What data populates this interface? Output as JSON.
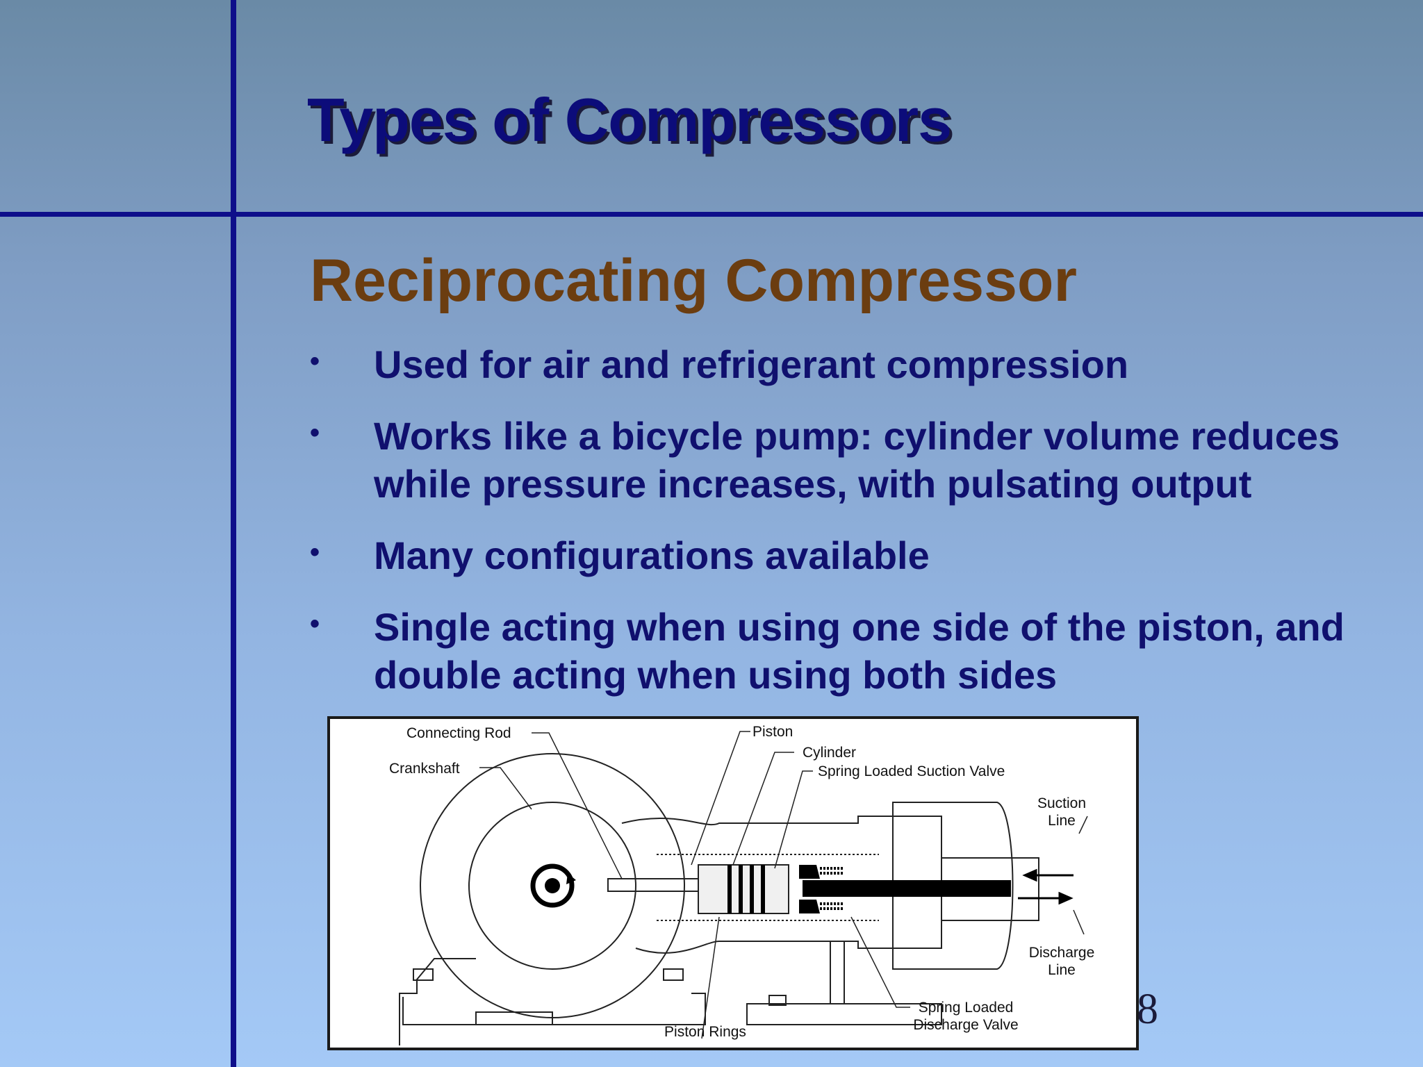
{
  "slide": {
    "title": "Types of Compressors",
    "subtitle": "Reciprocating Compressor",
    "bullet_glyph": "•",
    "bullets": [
      "Used for air and refrigerant compression",
      "Works like a bicycle pump: cylinder volume reduces while pressure increases, with pulsating output",
      "Many configurations available",
      "Single acting when using one side of the piston, and double acting when using both sides"
    ],
    "page_number": "8"
  },
  "figure": {
    "labels": {
      "connecting_rod": "Connecting Rod",
      "crankshaft": "Crankshaft",
      "piston": "Piston",
      "cylinder": "Cylinder",
      "spring_suction_valve": "Spring Loaded Suction Valve",
      "suction_line_1": "Suction",
      "suction_line_2": "Line",
      "discharge_line_1": "Discharge",
      "discharge_line_2": "Line",
      "spring_discharge_valve_1": "Spring Loaded",
      "spring_discharge_valve_2": "Discharge Valve",
      "piston_rings": "Piston Rings"
    }
  },
  "colors": {
    "accent_line": "#0e0e8a",
    "title": "#0c0c7a",
    "subtitle": "#6b3d10",
    "bullet_text": "#10106e"
  }
}
